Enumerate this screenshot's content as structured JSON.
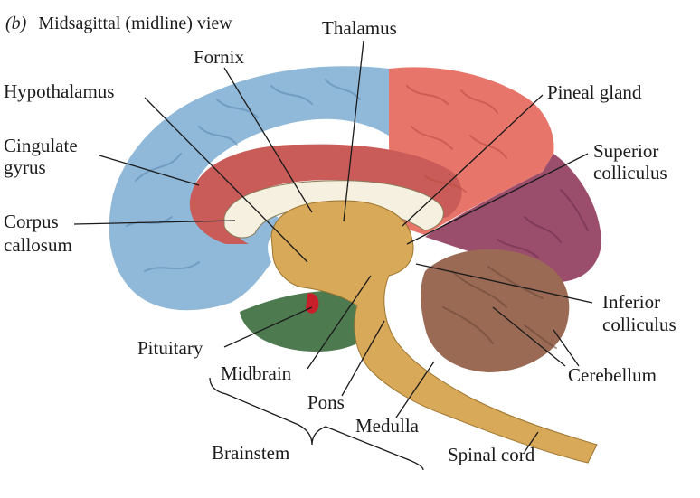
{
  "figure": {
    "panel_letter": "(b)",
    "title": "Midsagittal (midline) view"
  },
  "labels": {
    "thalamus": "Thalamus",
    "fornix": "Fornix",
    "hypothalamus": "Hypothalamus",
    "cingulate_line1": "Cingulate",
    "cingulate_line2": "gyrus",
    "corpus_line1": "Corpus",
    "corpus_line2": "callosum",
    "pineal": "Pineal gland",
    "superior_line1": "Superior",
    "superior_line2": "colliculus",
    "inferior_line1": "Inferior",
    "inferior_line2": "colliculus",
    "pituitary": "Pituitary",
    "midbrain": "Midbrain",
    "pons": "Pons",
    "medulla": "Medulla",
    "cerebellum": "Cerebellum",
    "spinal_cord": "Spinal cord",
    "brainstem": "Brainstem"
  },
  "colors": {
    "frontal_blue": "#8fb8d9",
    "parietal_red": "#e8756a",
    "occipital_purple": "#9b4d6c",
    "cingulate_red": "#c95c58",
    "temporal_green": "#4d7a4e",
    "brainstem_tan": "#d8a958",
    "cerebellum_brown": "#9a6a55",
    "corpus_cream": "#f5f0df",
    "pituitary_red": "#c8202a"
  }
}
